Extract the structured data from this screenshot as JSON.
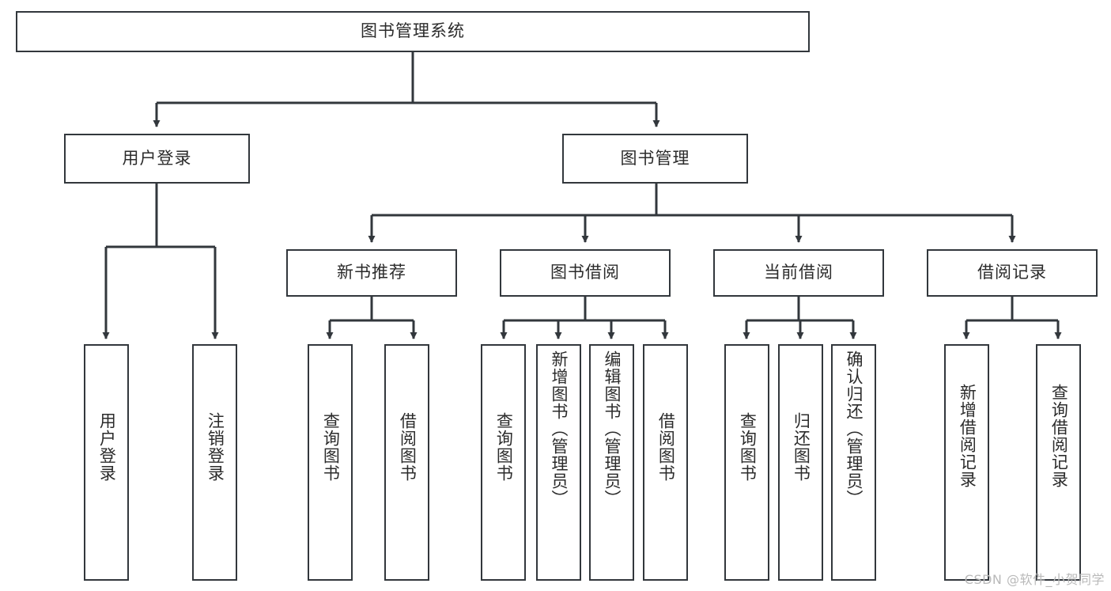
{
  "diagram": {
    "type": "tree-hierarchy",
    "title": "图书管理系统",
    "watermark": "CSDN @软件_小贺同学",
    "colors": {
      "box_border": "#32373c",
      "box_fill": "#ffffff",
      "connector": "#32373c",
      "text": "#2b2b2b",
      "watermark": "#b9b9b9",
      "background": "#ffffff"
    },
    "levels": {
      "root": {
        "label": "图书管理系统"
      },
      "level2": [
        {
          "id": "user-login",
          "label": "用户登录"
        },
        {
          "id": "book-management",
          "label": "图书管理"
        }
      ],
      "level3": [
        {
          "id": "new-book-recommend",
          "label": "新书推荐",
          "parent": "book-management"
        },
        {
          "id": "book-borrow",
          "label": "图书借阅",
          "parent": "book-management"
        },
        {
          "id": "current-borrow",
          "label": "当前借阅",
          "parent": "book-management"
        },
        {
          "id": "borrow-record",
          "label": "借阅记录",
          "parent": "book-management"
        }
      ],
      "leaves": {
        "user-login": [
          {
            "id": "leaf-user-login",
            "label": "用户登录"
          },
          {
            "id": "leaf-user-logout",
            "label": "注销登录"
          }
        ],
        "new-book-recommend": [
          {
            "id": "leaf-query-book-1",
            "label": "查询图书"
          },
          {
            "id": "leaf-borrow-book-1",
            "label": "借阅图书"
          }
        ],
        "book-borrow": [
          {
            "id": "leaf-query-book-2",
            "label": "查询图书"
          },
          {
            "id": "leaf-add-book",
            "label": "新增图书（管理员）"
          },
          {
            "id": "leaf-edit-book",
            "label": "编辑图书（管理员）"
          },
          {
            "id": "leaf-borrow-book-2",
            "label": "借阅图书"
          }
        ],
        "current-borrow": [
          {
            "id": "leaf-query-book-3",
            "label": "查询图书"
          },
          {
            "id": "leaf-return-book",
            "label": "归还图书"
          },
          {
            "id": "leaf-confirm-return",
            "label": "确认归还（管理员）"
          }
        ],
        "borrow-record": [
          {
            "id": "leaf-add-record",
            "label": "新增借阅记录"
          },
          {
            "id": "leaf-query-record",
            "label": "查询借阅记录"
          }
        ]
      }
    }
  }
}
